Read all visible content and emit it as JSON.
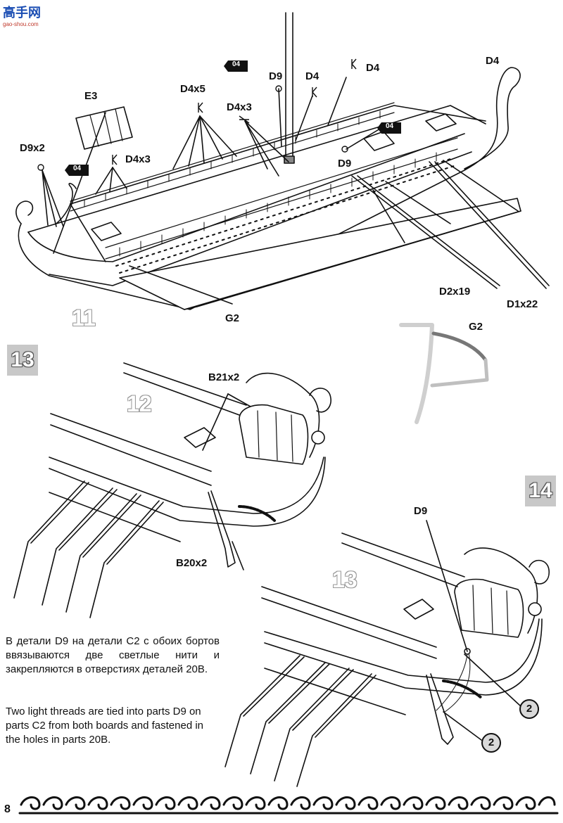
{
  "logo": {
    "main": "高手网",
    "sub": "gao-shou.com"
  },
  "step11": {
    "ghost_number": "11",
    "labels": {
      "e3": "E3",
      "d9x2": "D9x2",
      "d4x3_left": "D4x3",
      "d4x5": "D4x5",
      "d4x3_mid": "D4x3",
      "d9_top": "D9",
      "d4_mid": "D4",
      "d4_top": "D4",
      "d4_bow": "D4",
      "d9_right": "D9",
      "g2": "G2",
      "d2x19": "D2x19",
      "d1x22": "D1x22"
    },
    "badge": "04"
  },
  "step13": {
    "box": "13",
    "ghost_number": "12",
    "labels": {
      "b21x2": "B21x2",
      "b20x2": "B20x2"
    }
  },
  "detail_g2": {
    "label": "G2"
  },
  "step14": {
    "box": "14",
    "ghost_number": "13",
    "labels": {
      "d9": "D9"
    },
    "callouts": [
      "2",
      "2"
    ]
  },
  "instructions": {
    "ru": "В детали D9 на детали С2 с обоих бортов ввязываются две светлые нити и закрепляются в отверстиях деталей 20В.",
    "en": "Two light threads are tied into parts D9 on parts C2 from both boards and fastened in the holes in parts 20B."
  },
  "page_number": "8",
  "colors": {
    "step_box": "#c8c8c8",
    "ink": "#111111",
    "hull_shade": "#bfbfbf"
  }
}
